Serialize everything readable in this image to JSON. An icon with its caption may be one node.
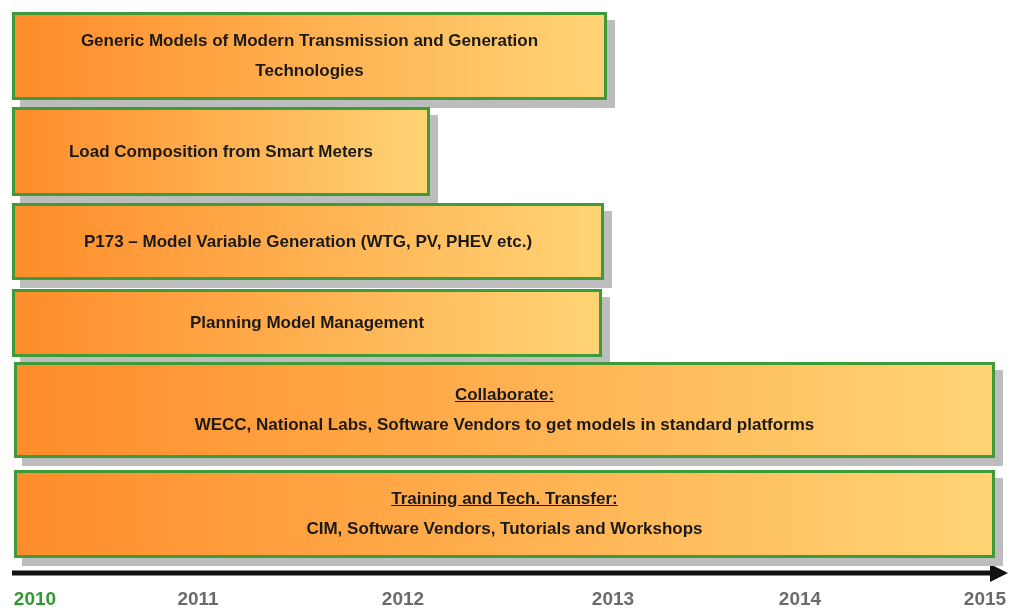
{
  "diagram": {
    "nodes": [
      {
        "text": [
          "Generic Models of Modern Transmission and Generation Technologies"
        ]
      },
      {
        "text": [
          "Load Composition from Smart Meters"
        ]
      },
      {
        "text": [
          "P173 – Model Variable Generation (WTG, PV, PHEV etc.)"
        ]
      },
      {
        "text": [
          "Planning Model Management"
        ]
      },
      {
        "text": [
          "Collaborate:",
          "WECC, National Labs, Software Vendors to get models in standard platforms"
        ]
      },
      {
        "text": [
          "Training and Tech. Transfer:",
          "CIM, Software Vendors, Tutorials and Workshops"
        ]
      }
    ],
    "labels": [
      "2010",
      "2011",
      "2012",
      "2013",
      "2014",
      "2015"
    ]
  }
}
